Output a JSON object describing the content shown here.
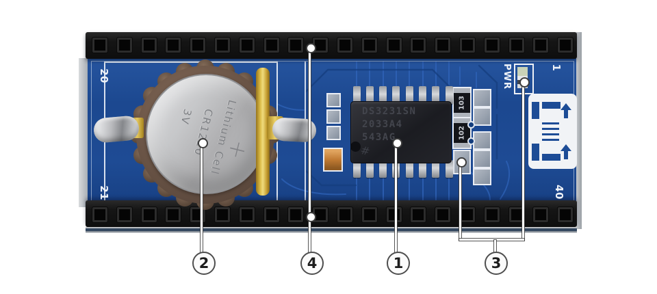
{
  "board": {
    "pins_per_row": 20,
    "silkscreen": {
      "pwr_label": "PWR",
      "pin_top_left": "20",
      "pin_bottom_left": "21",
      "pin_top_right": "1",
      "pin_bottom_right": "40"
    },
    "colors": {
      "pcb_blue": "#1d4b93",
      "trace_light": "#2f63b8",
      "trace_dark": "#153e7d",
      "silkscreen_white": "#eef2f8",
      "header_black": "#151515",
      "gold": "#d9b945",
      "battery_silver": "#c2c3c5",
      "holder_brown": "#70594a"
    }
  },
  "battery": {
    "text_line1": "Lithium Cell",
    "text_line2": "CR1220",
    "text_line3": "3V",
    "polarity_mark": "+"
  },
  "rtc_chip": {
    "marking_line1": "DS3231SN",
    "marking_line2": "2033A4",
    "marking_line3": "543AG",
    "logo_mark": "#"
  },
  "smd_markings": {
    "resistor_top": "103",
    "resistor_bottom": "102"
  },
  "callouts": [
    {
      "number": "2"
    },
    {
      "number": "4"
    },
    {
      "number": "1"
    },
    {
      "number": "3"
    }
  ]
}
